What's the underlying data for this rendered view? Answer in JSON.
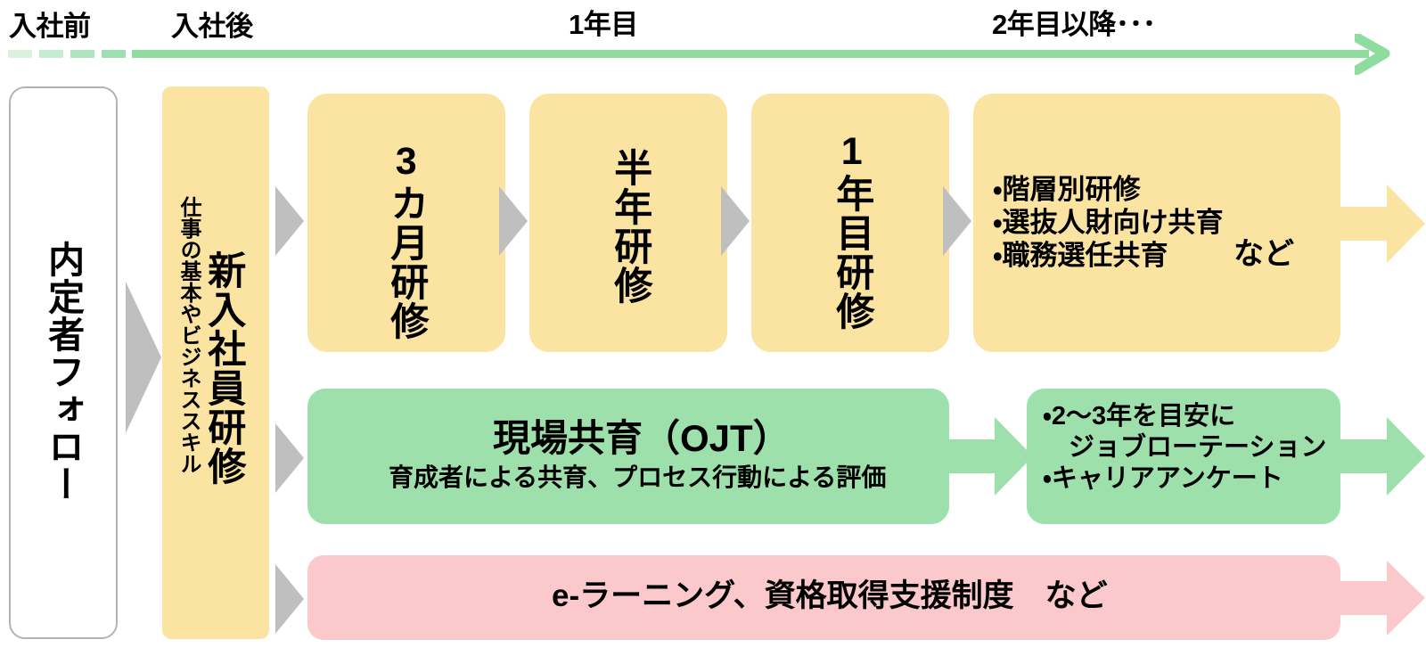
{
  "diagram": {
    "title_hidden": "",
    "colors": {
      "yellow": "#FBE4A1",
      "green": "#9DE0AC",
      "pink": "#FBC9CB",
      "gray_arrow": "#BFBFBF",
      "timeline_green": "#8FDCA0",
      "white_box_border": "#B3B3B3"
    }
  },
  "timeline": {
    "labels": [
      {
        "text": "入社前"
      },
      {
        "text": "入社後"
      },
      {
        "text": "1年目"
      },
      {
        "text": "2年目以降･･･"
      }
    ]
  },
  "stages": {
    "pre_entry": {
      "label": "内定者フォロー"
    },
    "new_employee": {
      "title": "新入社員研修",
      "subtitle": "仕事の基本やビジネススキル"
    },
    "training_boxes": [
      {
        "label": "3カ月研修"
      },
      {
        "label": "半年研修"
      },
      {
        "label": "1年目研修"
      }
    ],
    "second_year_plus": {
      "bullets": "・階層別研修\n・選抜人財向け共育\n・職務選任共育",
      "note": "など"
    }
  },
  "ojt_row": {
    "title": "現場共育（OJT）",
    "subtitle": "育成者による共育、プロセス行動による評価",
    "followup": "・2～3年を目安に\n　ジョブローテーション\n・キャリアアンケート"
  },
  "elearning_row": {
    "label": "e-ラーニング、資格取得支援制度　など"
  }
}
